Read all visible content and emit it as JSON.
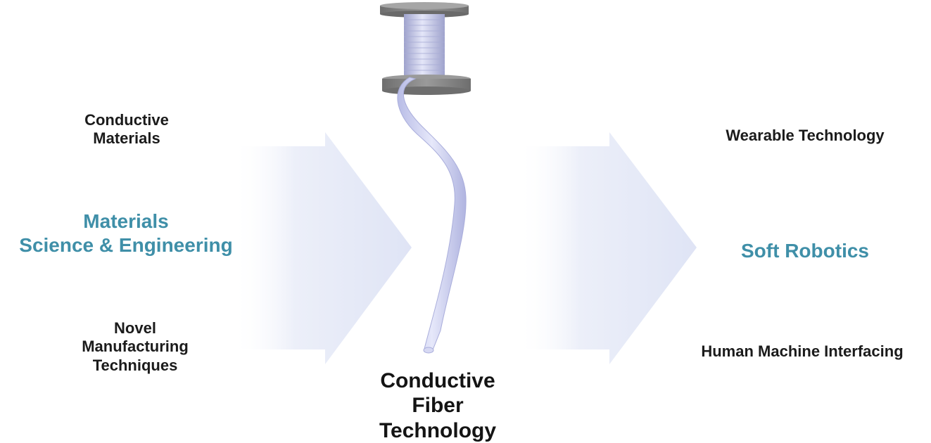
{
  "colors": {
    "accent_text": "#3f8fa8",
    "dark_text": "#1b1b1b",
    "arrow_fill": "#e4e8f6",
    "spool_flange": "#8a8a8a",
    "thread": "#c9cdf0"
  },
  "inputs": {
    "top": [
      "Conductive",
      "Materials"
    ],
    "main": [
      "Materials",
      "Science & Engineering"
    ],
    "bottom": [
      "Novel",
      "Manufacturing",
      "Techniques"
    ]
  },
  "center": {
    "title": [
      "Conductive",
      "Fiber",
      "Technology"
    ]
  },
  "outputs": {
    "top": "Wearable Technology",
    "main": "Soft Robotics",
    "bottom": "Human Machine Interfacing"
  }
}
